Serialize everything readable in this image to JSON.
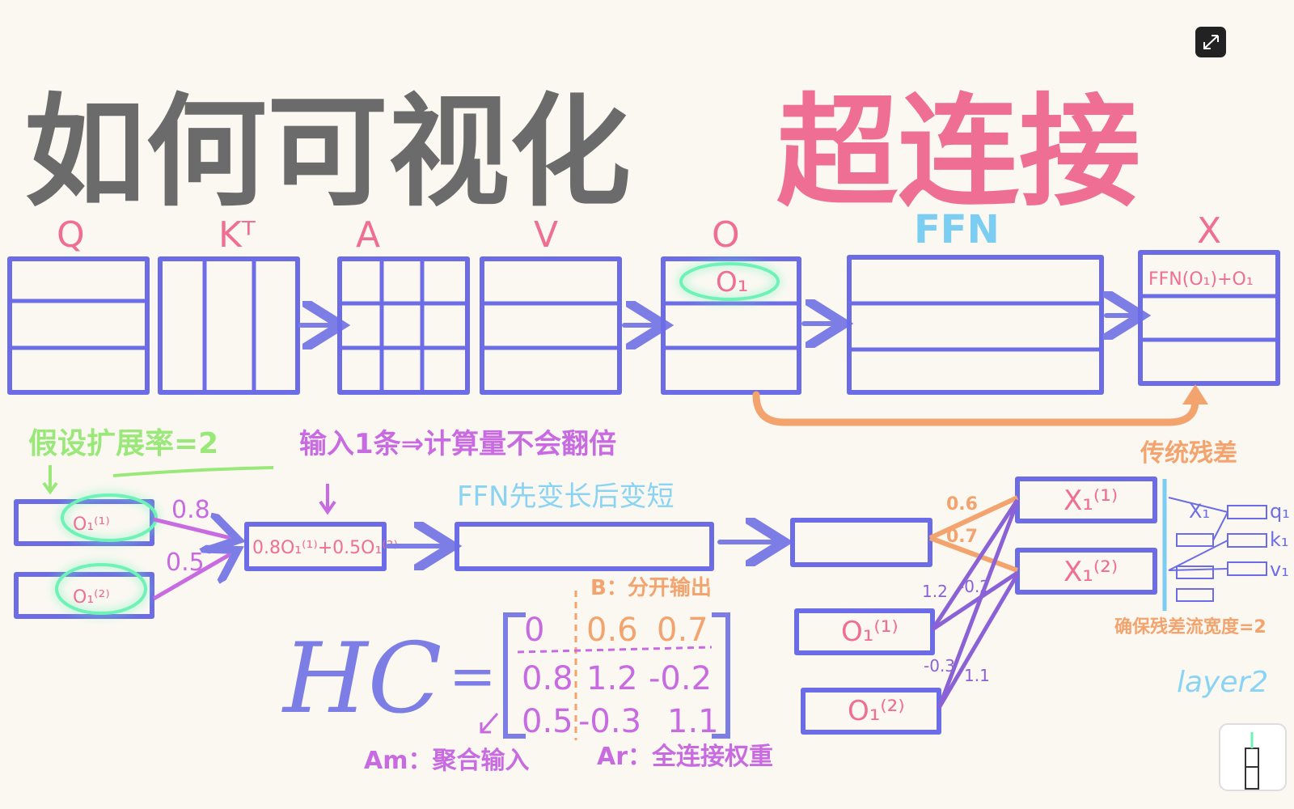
{
  "title": {
    "main": "如何可视化",
    "accent": "超连接"
  },
  "matrix_labels": {
    "q": "Q",
    "kt": "Kᵀ",
    "a": "A",
    "v": "V",
    "o": "O",
    "ffn": "FFN",
    "x": "X"
  },
  "o_cell": "O₁",
  "x_cell": "FFN(O₁)+O₁",
  "residual_label": "传统残差",
  "notes": {
    "expansion": "假设扩展率=2",
    "input_one": "输入1条⇒计算量不会翻倍",
    "ffn_shape": "FFN先变长后变短",
    "width_note": "确保残差流宽度=2",
    "layer": "layer2"
  },
  "weights": {
    "w1": "0.8",
    "w2": "0.5"
  },
  "inputs": {
    "in1": "O₁⁽¹⁾",
    "in2": "O₁⁽²⁾"
  },
  "agg_cell": "0.8O₁⁽¹⁾+0.5O₁⁽²⁾",
  "right_section": {
    "out_weights": [
      "0.6",
      "0.7"
    ],
    "cross_weights": [
      "1.2",
      "-0.2",
      "-0.3",
      "1.1"
    ],
    "x1": "X₁⁽¹⁾",
    "x2": "X₁⁽²⁾",
    "o1": "O₁⁽¹⁾",
    "o2": "O₁⁽²⁾",
    "x_small": "X₁",
    "qkv": [
      "q₁",
      "k₁",
      "v₁"
    ]
  },
  "hc": {
    "symbol": "HC",
    "equals": "=",
    "b_label": "B：分开输出",
    "am_label": "Am：聚合输入",
    "ar_label": "Ar：全连接权重",
    "matrix": [
      [
        "0",
        "0.6",
        "0.7"
      ],
      [
        "0.8",
        "1.2",
        "-0.2"
      ],
      [
        "0.5",
        "-0.3",
        "1.1"
      ]
    ]
  },
  "colors": {
    "box_blue": "#6c6ce6",
    "pink": "#ef6f94",
    "cyan": "#7ccdf2",
    "green": "#9be87a",
    "purple": "#c86be0",
    "orange": "#f3a46e",
    "gray": "#6b6b6b"
  },
  "icons": [
    "minimize-icon",
    "thumbnail-icon"
  ]
}
